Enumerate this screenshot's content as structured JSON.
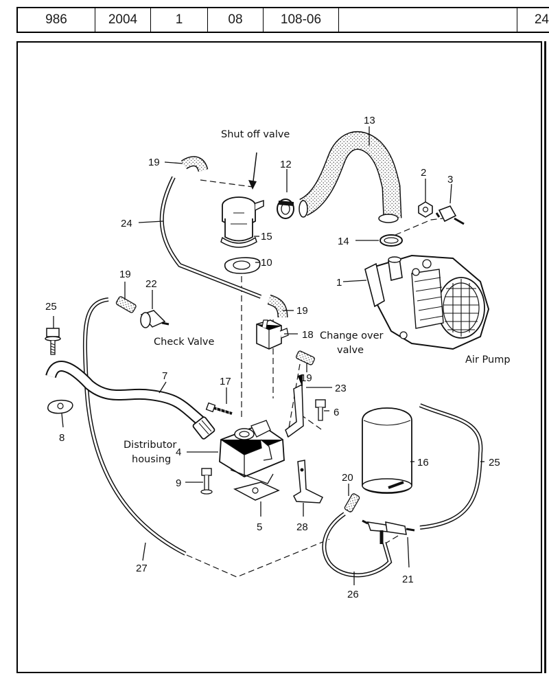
{
  "header": {
    "cells": [
      "986",
      "2004",
      "1",
      "08",
      "108-06",
      "24"
    ]
  },
  "annotations": {
    "shut_off_valve": "Shut off valve",
    "check_valve": "Check Valve",
    "change_over_line1": "Change over",
    "change_over_line2": "valve",
    "air_pump": "Air Pump",
    "distributor_line1": "Distributor",
    "distributor_line2": "housing"
  },
  "callouts": [
    {
      "id": "1",
      "text": "1"
    },
    {
      "id": "2",
      "text": "2"
    },
    {
      "id": "3",
      "text": "3"
    },
    {
      "id": "4",
      "text": "4"
    },
    {
      "id": "5",
      "text": "5"
    },
    {
      "id": "6",
      "text": "6"
    },
    {
      "id": "7",
      "text": "7"
    },
    {
      "id": "8",
      "text": "8"
    },
    {
      "id": "9",
      "text": "9"
    },
    {
      "id": "10",
      "text": "10"
    },
    {
      "id": "12",
      "text": "12"
    },
    {
      "id": "13",
      "text": "13"
    },
    {
      "id": "14",
      "text": "14"
    },
    {
      "id": "15",
      "text": "15"
    },
    {
      "id": "16",
      "text": "16"
    },
    {
      "id": "17",
      "text": "17"
    },
    {
      "id": "18",
      "text": "18"
    },
    {
      "id": "19a",
      "text": "19"
    },
    {
      "id": "19b",
      "text": "19"
    },
    {
      "id": "19c",
      "text": "19"
    },
    {
      "id": "19d",
      "text": "19"
    },
    {
      "id": "20",
      "text": "20"
    },
    {
      "id": "21",
      "text": "21"
    },
    {
      "id": "22",
      "text": "22"
    },
    {
      "id": "23",
      "text": "23"
    },
    {
      "id": "24",
      "text": "24"
    },
    {
      "id": "25a",
      "text": "25"
    },
    {
      "id": "25b",
      "text": "25"
    },
    {
      "id": "26",
      "text": "26"
    },
    {
      "id": "27",
      "text": "27"
    },
    {
      "id": "28",
      "text": "28"
    }
  ]
}
